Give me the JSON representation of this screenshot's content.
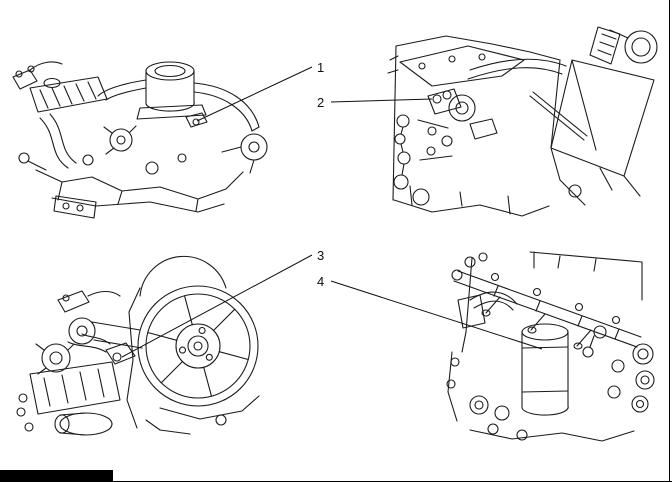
{
  "page": {
    "background": "#ffffff",
    "ink_color": "#1c1c1c",
    "footer_bar_color": "#000000"
  },
  "callouts": [
    {
      "label": "1"
    },
    {
      "label": "2"
    },
    {
      "label": "3"
    },
    {
      "label": "4"
    }
  ]
}
